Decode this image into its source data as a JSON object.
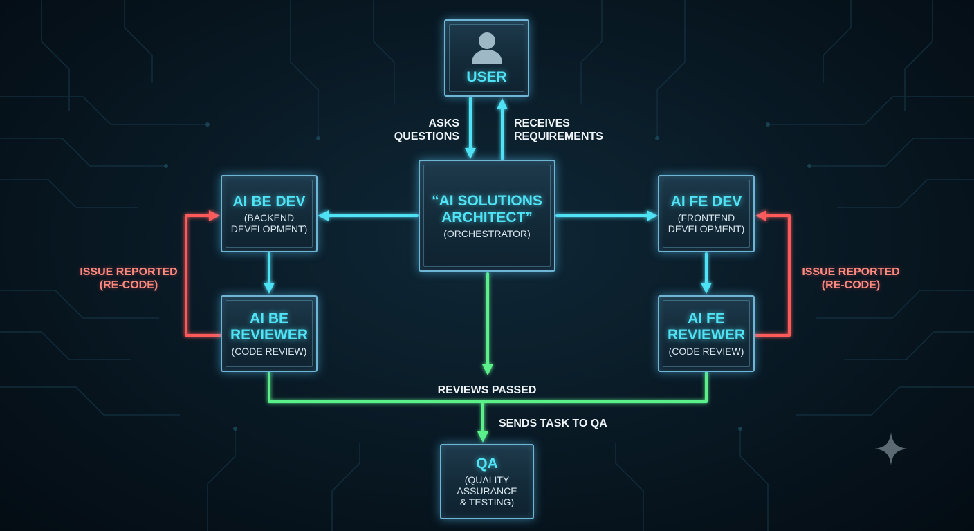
{
  "colors": {
    "accent_cyan": "#4fe3f5",
    "flow_green": "#5cf08a",
    "issue_red": "#ff5a5a",
    "background": "#07131d"
  },
  "nodes": {
    "user": {
      "title": "USER",
      "icon": "user-icon"
    },
    "architect": {
      "title": "“AI SOLUTIONS\nARCHITECT”",
      "subtitle": "(ORCHESTRATOR)"
    },
    "be_dev": {
      "title": "AI BE DEV",
      "subtitle": "(BACKEND\nDEVELOPMENT)"
    },
    "fe_dev": {
      "title": "AI FE DEV",
      "subtitle": "(FRONTEND\nDEVELOPMENT)"
    },
    "be_reviewer": {
      "title": "AI BE\nREVIEWER",
      "subtitle": "(CODE REVIEW)"
    },
    "fe_reviewer": {
      "title": "AI FE\nREVIEWER",
      "subtitle": "(CODE REVIEW)"
    },
    "qa": {
      "title": "QA",
      "subtitle": "(QUALITY\nASSURANCE\n& TESTING)"
    }
  },
  "edges": {
    "asks_questions": "ASKS\nQUESTIONS",
    "receives_requirements": "RECEIVES\nREQUIREMENTS",
    "issue_left": "ISSUE REPORTED\n(RE-CODE)",
    "issue_right": "ISSUE REPORTED\n(RE-CODE)",
    "reviews_passed": "REVIEWS PASSED",
    "sends_to_qa": "SENDS TASK TO QA"
  },
  "watermark_icon": "sparkle-icon"
}
